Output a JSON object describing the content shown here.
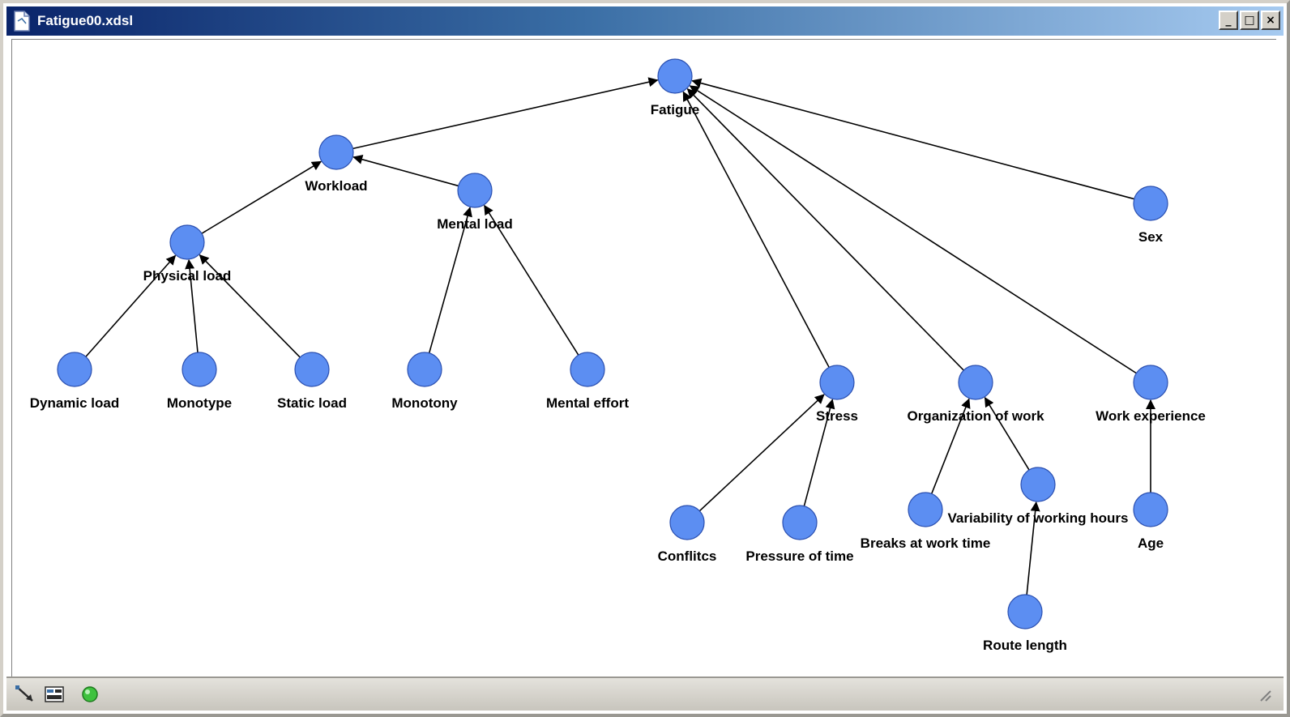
{
  "window": {
    "title": "Fatigue00.xdsl"
  },
  "window_buttons": {
    "minimize": "_",
    "maximize": "□",
    "close": "×"
  },
  "graph": {
    "node_color": "#5c8ef2",
    "node_stroke": "#2a4fb0",
    "edge_color": "#000000",
    "nodes": [
      {
        "id": "fatigue",
        "label": "Fatigue"
      },
      {
        "id": "workload",
        "label": "Workload"
      },
      {
        "id": "mental-load",
        "label": "Mental load"
      },
      {
        "id": "physical-load",
        "label": "Physical load"
      },
      {
        "id": "sex",
        "label": "Sex"
      },
      {
        "id": "dynamic-load",
        "label": "Dynamic load"
      },
      {
        "id": "monotype",
        "label": "Monotype"
      },
      {
        "id": "static-load",
        "label": "Static load"
      },
      {
        "id": "monotony",
        "label": "Monotony"
      },
      {
        "id": "mental-effort",
        "label": "Mental effort"
      },
      {
        "id": "stress",
        "label": "Stress"
      },
      {
        "id": "organization-of-work",
        "label": "Organization of work"
      },
      {
        "id": "work-experience",
        "label": "Work experience"
      },
      {
        "id": "conflicts",
        "label": "Conflitcs"
      },
      {
        "id": "pressure-of-time",
        "label": "Pressure of time"
      },
      {
        "id": "breaks-at-work-time",
        "label": "Breaks at work time"
      },
      {
        "id": "variability-of-working-hours",
        "label": "Variability of working hours"
      },
      {
        "id": "age",
        "label": "Age"
      },
      {
        "id": "route-length",
        "label": "Route length"
      }
    ],
    "edges": [
      {
        "from": "workload",
        "to": "fatigue"
      },
      {
        "from": "sex",
        "to": "fatigue"
      },
      {
        "from": "stress",
        "to": "fatigue"
      },
      {
        "from": "organization-of-work",
        "to": "fatigue"
      },
      {
        "from": "work-experience",
        "to": "fatigue"
      },
      {
        "from": "physical-load",
        "to": "workload"
      },
      {
        "from": "mental-load",
        "to": "workload"
      },
      {
        "from": "dynamic-load",
        "to": "physical-load"
      },
      {
        "from": "monotype",
        "to": "physical-load"
      },
      {
        "from": "static-load",
        "to": "physical-load"
      },
      {
        "from": "monotony",
        "to": "mental-load"
      },
      {
        "from": "mental-effort",
        "to": "mental-load"
      },
      {
        "from": "conflicts",
        "to": "stress"
      },
      {
        "from": "pressure-of-time",
        "to": "stress"
      },
      {
        "from": "breaks-at-work-time",
        "to": "organization-of-work"
      },
      {
        "from": "variability-of-working-hours",
        "to": "organization-of-work"
      },
      {
        "from": "route-length",
        "to": "variability-of-working-hours"
      },
      {
        "from": "age",
        "to": "work-experience"
      }
    ]
  },
  "statusbar": {
    "icons": [
      "arc-tool-icon",
      "grid-view-icon",
      "status-ok-icon"
    ]
  }
}
